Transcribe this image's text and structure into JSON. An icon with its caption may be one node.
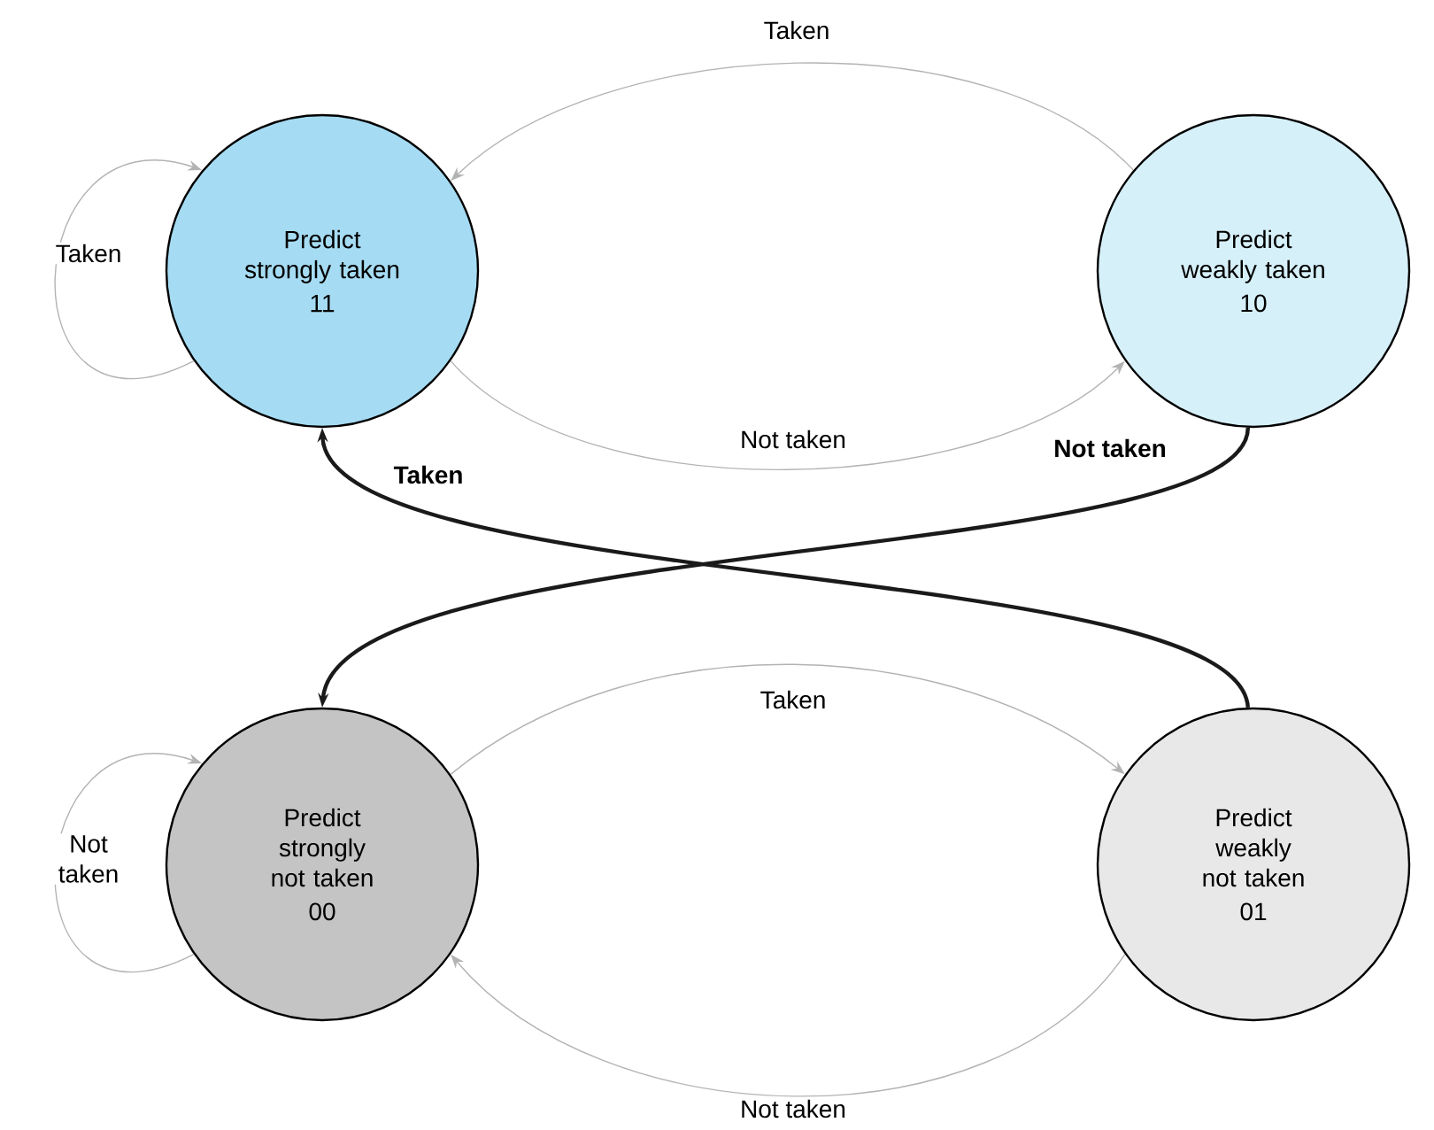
{
  "diagram": {
    "nodes": [
      {
        "text": [
          "Predict strongly taken",
          "11"
        ]
      },
      {
        "text": [
          "Predict weakly taken",
          "10"
        ]
      },
      {
        "text": [
          "Predict strongly not taken",
          "00"
        ]
      },
      {
        "text": [
          "Predict weakly not taken",
          "01"
        ]
      }
    ],
    "edges": [
      {
        "from": 0,
        "to": 0,
        "arrow": "to",
        "label": "Taken"
      },
      {
        "from": 1,
        "to": 0,
        "arrow": "to",
        "label": "Taken"
      },
      {
        "from": 0,
        "to": 1,
        "arrow": "to",
        "label": "Not taken"
      },
      {
        "from": 1,
        "to": 2,
        "arrow": "to",
        "label": "Not taken",
        "style": "thick",
        "color": "#1a1a1a"
      },
      {
        "from": 3,
        "to": 0,
        "arrow": "to",
        "label": "Taken",
        "style": "thick",
        "color": "#1a1a1a"
      },
      {
        "from": 2,
        "to": 2,
        "arrow": "to",
        "label": "Not taken"
      },
      {
        "from": 2,
        "to": 3,
        "arrow": "to",
        "label": "Taken"
      },
      {
        "from": 3,
        "to": 2,
        "arrow": "to",
        "label": "Not taken"
      }
    ]
  }
}
